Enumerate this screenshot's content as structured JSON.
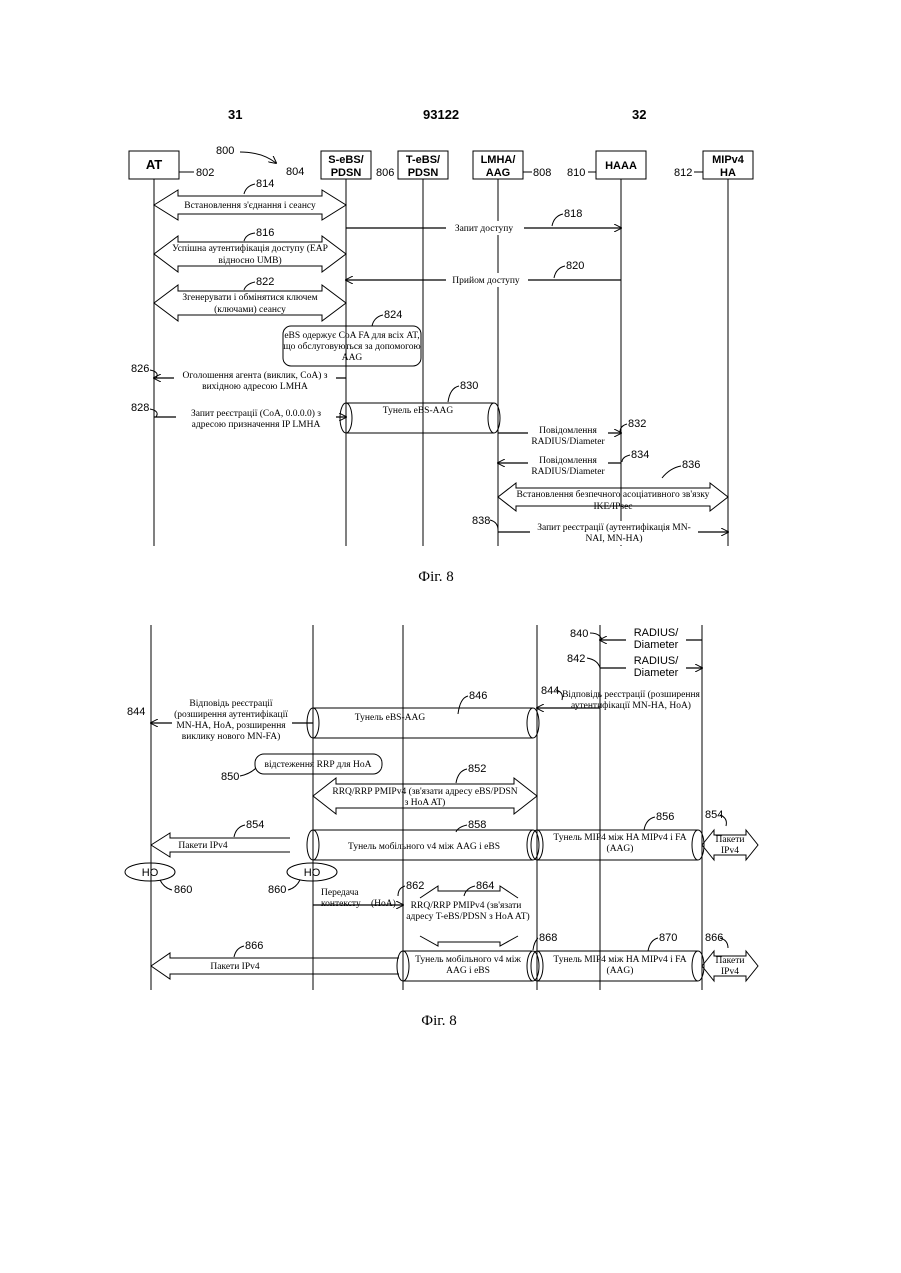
{
  "header": {
    "left_page": "31",
    "doc_number": "93122",
    "right_page": "32"
  },
  "fig_a": {
    "ref_800": "800",
    "entities": [
      {
        "label1": "AT",
        "label2": "",
        "ref": "802"
      },
      {
        "label1": "S-eBS/",
        "label2": "PDSN",
        "ref": "804"
      },
      {
        "label1": "T-eBS/",
        "label2": "PDSN",
        "ref": "806"
      },
      {
        "label1": "LMHA/",
        "label2": "AAG",
        "ref": "808"
      },
      {
        "label1": "HAAA",
        "label2": "",
        "ref": "810"
      },
      {
        "label1": "MIPv4",
        "label2": "HA",
        "ref": "812"
      }
    ],
    "m814": {
      "ref": "814",
      "text": "Встановлення з'єднання і сеансу"
    },
    "m816": {
      "ref": "816",
      "line1": "Успішна аутентифікація доступу (EAP",
      "line2": "відносно UMB)"
    },
    "m818": {
      "ref": "818",
      "text": "Запит доступу"
    },
    "m820": {
      "ref": "820",
      "text": "Прийом доступу"
    },
    "m822": {
      "ref": "822",
      "line1": "Згенерувати і обмінятися ключем",
      "line2": "(ключами) сеансу"
    },
    "m824": {
      "ref": "824",
      "line1": "eBS одержує CoA FA для всіх AT,",
      "line2": "що обслуговуються за допомогою",
      "line3": "AAG"
    },
    "m826": {
      "ref": "826",
      "line1": "Оголошення агента (виклик, CoA) з",
      "line2": "вихідною адресою LMHA"
    },
    "m828": {
      "ref": "828",
      "line1": "Запит реєстрації (CoA, 0.0.0.0) з",
      "line2": "адресою призначення IP LMHA"
    },
    "m830": {
      "ref": "830",
      "text": "Тунель eBS-AAG"
    },
    "m832": {
      "ref": "832",
      "line1": "Повідомлення",
      "line2": "RADIUS/Diameter"
    },
    "m834": {
      "ref": "834",
      "line1": "Повідомлення",
      "line2": "RADIUS/Diameter"
    },
    "m836": {
      "ref": "836",
      "line1": "Встановлення безпечного асоціативного зв'язку",
      "line2": "IKE/IPsec"
    },
    "m838": {
      "ref": "838",
      "line1": "Запит реєстрації (аутентифікація MN-",
      "line2": "NAI, MN-HA)"
    },
    "caption": "Фіг. 8"
  },
  "fig_b": {
    "m840": {
      "ref": "840",
      "line1": "RADIUS/",
      "line2": "Diameter"
    },
    "m842": {
      "ref": "842",
      "line1": "RADIUS/",
      "line2": "Diameter"
    },
    "m844r": {
      "ref": "844",
      "line1": "Відповідь реєстрації (розширення",
      "line2": "аутентифікації MN-HA, HoA)"
    },
    "m844l": {
      "ref": "844",
      "line1": "Відповідь реєстрації",
      "line2": "(розширення аутентифікації",
      "line3": "MN-HA, HoA, розширення",
      "line4": "виклику нового MN-FA)"
    },
    "m846": {
      "ref": "846",
      "text": "Тунель eBS-AAG"
    },
    "m850": {
      "ref": "850",
      "text": "відстеження RRP для HoA"
    },
    "m852": {
      "ref": "852",
      "line1": "RRQ/RRP PMIPv4 (зв'язати адресу eBS/PDSN",
      "line2": "з HoA AT)"
    },
    "m854": {
      "ref": "854",
      "text": "Пакети IPv4"
    },
    "m854r": {
      "ref": "854",
      "line1": "Пакети",
      "line2": "IPv4"
    },
    "m856": {
      "ref": "856",
      "line1": "Тунель MIP4 між HA MIPv4 і FA",
      "line2": "(AAG)"
    },
    "m858": {
      "ref": "858",
      "text": "Тунель мобільного v4 між AAG і eBS"
    },
    "ho1": {
      "label": "HO",
      "ref": "860"
    },
    "ho2": {
      "label": "HO",
      "ref": "860"
    },
    "m862": {
      "ref": "862",
      "line1": "Передача",
      "line2": "контексту",
      "hoa": "(HoA)"
    },
    "m864": {
      "ref": "864",
      "line1": "RRQ/RRP PMIPv4 (зв'язати",
      "line2": "адресу T-eBS/PDSN з HoA AT)"
    },
    "m866l": {
      "ref": "866",
      "text": "Пакети IPv4"
    },
    "m866r": {
      "ref": "866",
      "line1": "Пакети",
      "line2": "IPv4"
    },
    "m868": {
      "ref": "868",
      "line1": "Тунель мобільного v4 між",
      "line2": "AAG і eBS"
    },
    "m870": {
      "ref": "870",
      "line1": "Тунель MIP4 між HA MIPv4 і FA",
      "line2": "(AAG)"
    },
    "caption": "Фіг. 8"
  }
}
